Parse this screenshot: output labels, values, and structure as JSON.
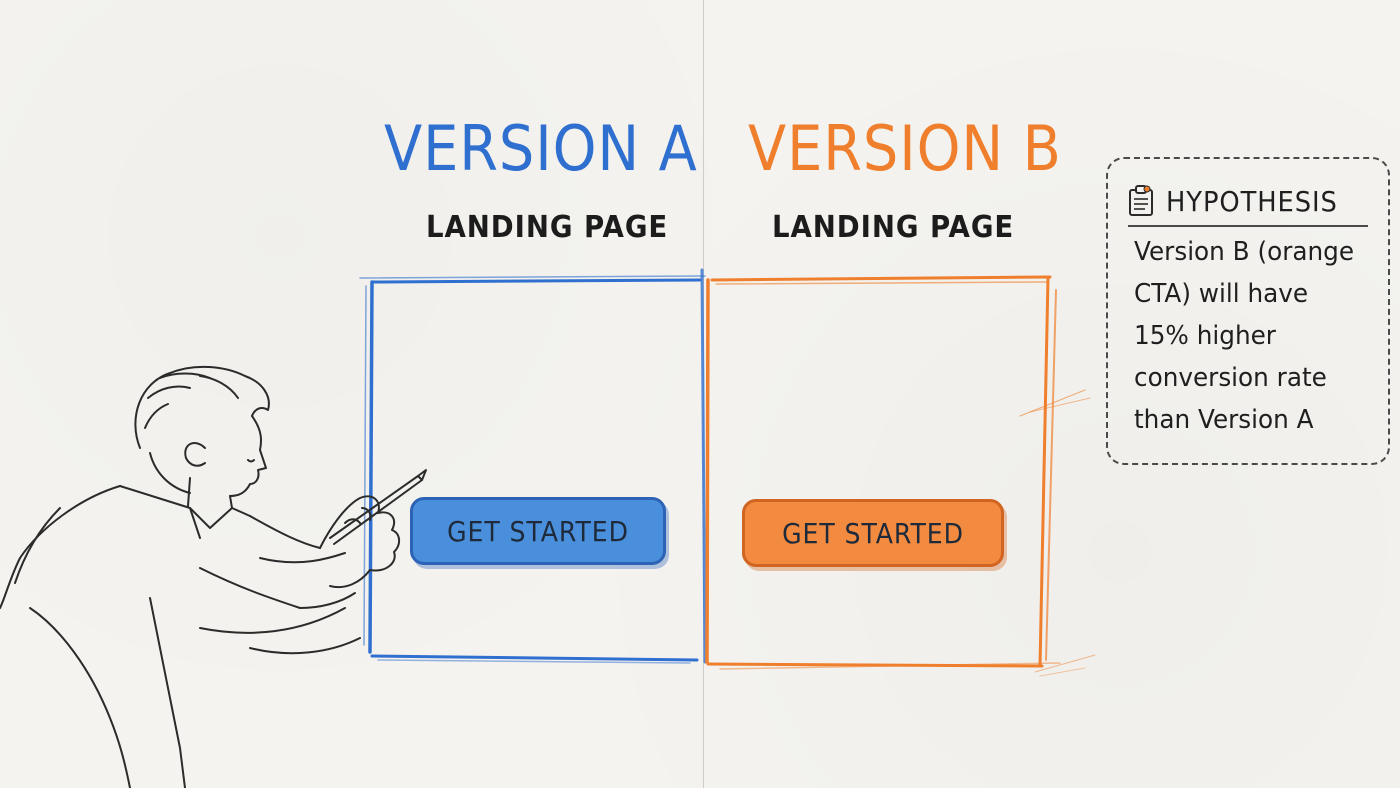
{
  "version_a": {
    "title": "VERSION A",
    "subtitle": "LANDING PAGE",
    "cta_label": "GET STARTED",
    "accent": "#2f6fcf"
  },
  "version_b": {
    "title": "VERSION B",
    "subtitle": "LANDING PAGE",
    "cta_label": "GET STARTED",
    "accent": "#ef7f2d"
  },
  "hypothesis": {
    "icon": "clipboard-icon",
    "title": "HYPOTHESIS",
    "lines": [
      "Version B (orange",
      "CTA) will have",
      "15% higher",
      "conversion rate",
      "than Version A"
    ]
  },
  "illustration": {
    "icon": "person-pointing-pen-icon"
  }
}
